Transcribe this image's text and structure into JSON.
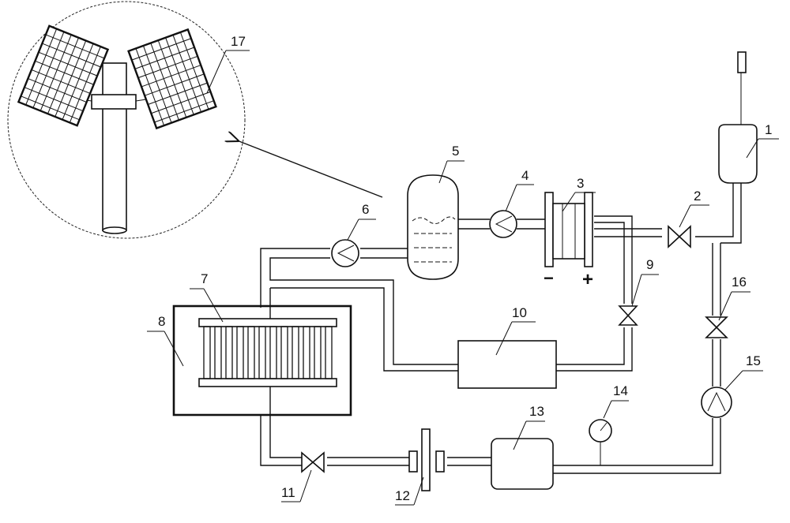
{
  "components": {
    "c1": "1",
    "c2": "2",
    "c3": "3",
    "c4": "4",
    "c5": "5",
    "c6": "6",
    "c7": "7",
    "c8": "8",
    "c9": "9",
    "c10": "10",
    "c11": "11",
    "c12": "12",
    "c13": "13",
    "c14": "14",
    "c15": "15",
    "c16": "16",
    "c17": "17"
  },
  "electrode_signs": {
    "negative": "−",
    "positive": "+"
  },
  "colors": {
    "line": "#111111",
    "background": "#ffffff"
  }
}
